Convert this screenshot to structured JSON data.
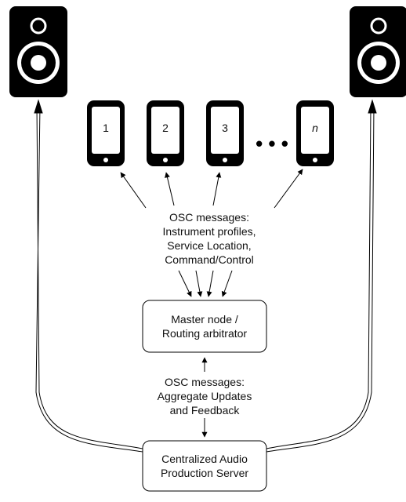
{
  "colors": {
    "device_fill": "#000000",
    "screen_fill": "#ffffff",
    "box_stroke": "#000000",
    "box_fill": "#ffffff",
    "arrow": "#000000",
    "text": "#111111"
  },
  "devices": [
    {
      "label": "1",
      "italic": false
    },
    {
      "label": "2",
      "italic": false
    },
    {
      "label": "3",
      "italic": false
    },
    {
      "label": "n",
      "italic": true
    }
  ],
  "ellipsis": "• • •",
  "labels": {
    "osc_top": [
      "OSC messages:",
      "Instrument profiles,",
      "Service Location,",
      "Command/Control"
    ],
    "master_node": [
      "Master node /",
      "Routing arbitrator"
    ],
    "osc_bottom": [
      "OSC messages:",
      "Aggregate Updates",
      "and Feedback"
    ],
    "server": [
      "Centralized Audio",
      "Production Server"
    ]
  }
}
